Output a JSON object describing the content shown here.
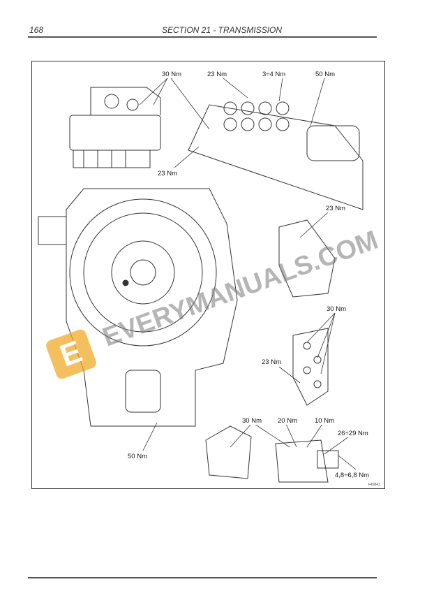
{
  "header": {
    "page_number": "168",
    "section_title": "SECTION 21 - TRANSMISSION"
  },
  "figure": {
    "id": "F49842",
    "labels": [
      "30 Nm",
      "23 Nm",
      "3÷4 Nm",
      "50 Nm",
      "23 Nm",
      "23 Nm",
      "30 Nm",
      "23 Nm",
      "50 Nm",
      "30 Nm",
      "20 Nm",
      "10 Nm",
      "26÷29 Nm",
      "4,8÷6,8 Nm"
    ]
  },
  "watermark": {
    "text": "EVERYMANUALS.COM",
    "logo_letter": "E"
  }
}
